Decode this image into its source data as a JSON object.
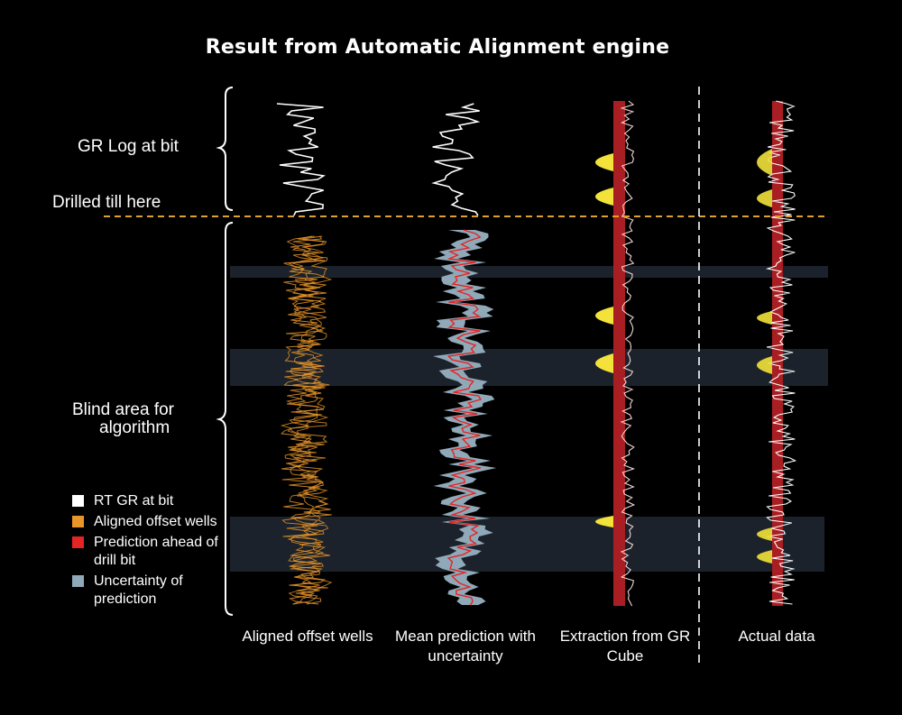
{
  "title": "Result from Automatic Alignment engine",
  "side_labels": {
    "gr_log": "GR Log at bit",
    "drilled": "Drilled till here",
    "blind_line1": "Blind area for",
    "blind_line2": "algorithm"
  },
  "legend": [
    {
      "label": "RT GR at bit",
      "color": "#ffffff"
    },
    {
      "label": "Aligned offset wells",
      "color": "#e8952a"
    },
    {
      "label": "Prediction ahead of drill bit",
      "color": "#e52424"
    },
    {
      "label": "Uncertainty of prediction",
      "color": "#8fa9b8"
    }
  ],
  "columns": [
    {
      "label": "Aligned offset wells"
    },
    {
      "label": "Mean prediction with uncertainty"
    },
    {
      "label": "Extraction from GR Cube"
    },
    {
      "label": "Actual data"
    }
  ],
  "colors": {
    "background": "#000000",
    "drilled_line": "#e0a030",
    "band": "#1c222b",
    "cube_red": "#a81e22",
    "cube_yellow": "#f2e23a",
    "trace_white": "#ffffff"
  }
}
